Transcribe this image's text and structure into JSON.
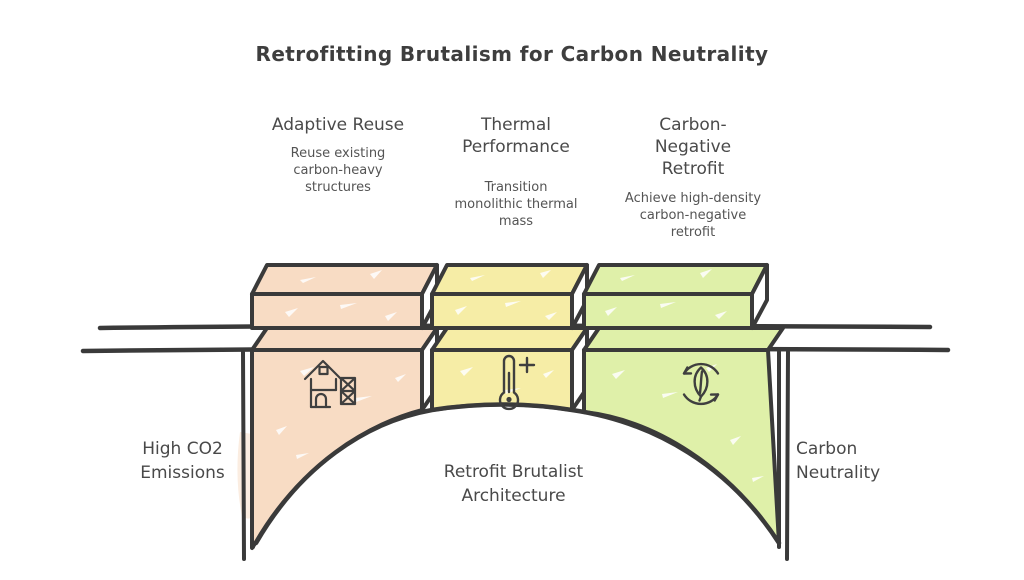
{
  "title": "Retrofitting Brutalism for Carbon Neutrality",
  "colors": {
    "outline": "#3a3a3a",
    "adaptive_fill": "#f8dcc4",
    "thermal_fill": "#f6eda6",
    "carbon_fill": "#dff0a9"
  },
  "columns": [
    {
      "title": "Adaptive Reuse",
      "subtitle": "Reuse existing\ncarbon-heavy\nstructures",
      "icon": "building-scaffold-icon"
    },
    {
      "title": "Thermal\nPerformance",
      "subtitle": "Transition\nmonolithic thermal\nmass",
      "icon": "thermometer-plus-icon"
    },
    {
      "title": "Carbon-\nNegative\nRetrofit",
      "subtitle": "Achieve high-density\ncarbon-negative\nretrofit",
      "icon": "leaf-recycle-icon"
    }
  ],
  "labels": {
    "left": "High CO2\nEmissions",
    "center": "Retrofit Brutalist\nArchitecture",
    "right": "Carbon\nNeutrality"
  }
}
